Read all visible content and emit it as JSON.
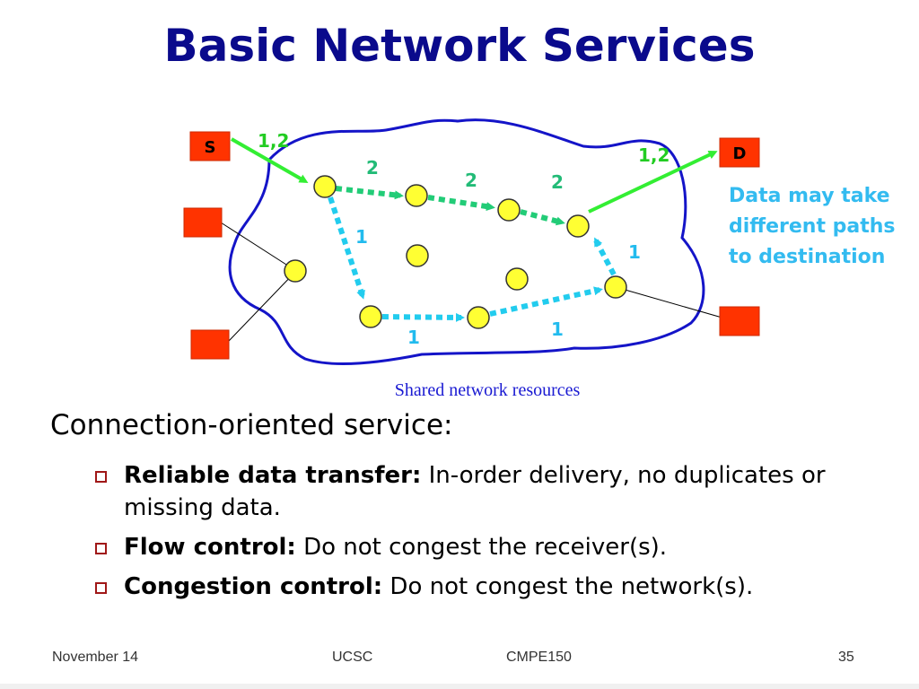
{
  "slide": {
    "title": "Basic Network Services",
    "diagram": {
      "source_label": "S",
      "dest_label": "D",
      "caption": "Shared network resources",
      "note": "Data may take different paths to destination",
      "edge_labels": {
        "s_in": "1,2",
        "d_out": "1,2",
        "top_1": "2",
        "top_2": "2",
        "top_3": "2",
        "left_down": "1",
        "bottom_1": "1",
        "bottom_2": "1",
        "right_up": "1"
      },
      "colors": {
        "cloud": "#1414c8",
        "router": "#ffff33",
        "host": "#ff3300",
        "path_2": "#22cc77",
        "path_1": "#22ccee",
        "access": "#33ee33"
      }
    },
    "section_heading": "Connection-oriented service:",
    "bullets": [
      {
        "label": "Reliable data transfer:",
        "text": " In-order delivery, no duplicates or missing data."
      },
      {
        "label": "Flow control:",
        "text": " Do not congest the receiver(s)."
      },
      {
        "label": "Congestion control:",
        "text": " Do not congest the network(s)."
      }
    ],
    "footer": {
      "date": "November 14",
      "org": "UCSC",
      "course": "CMPE150",
      "page": "35"
    }
  }
}
